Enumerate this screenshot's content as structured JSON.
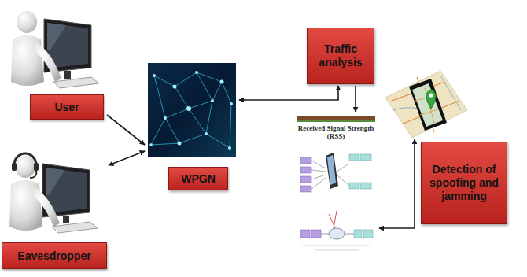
{
  "diagram": {
    "nodes": [
      {
        "text": [
          "User"
        ]
      },
      {
        "text": [
          "Traffic analysis"
        ]
      },
      {
        "text": [
          "WPGN"
        ]
      },
      {
        "text": [
          "Received Signal Strength (RSS)"
        ]
      },
      {
        "text": [
          "Detection of spoofing and jamming"
        ]
      },
      {
        "text": [
          "Eavesdropper"
        ]
      }
    ],
    "edges": [
      {
        "from": 0,
        "to": 2,
        "arrow": "to"
      },
      {
        "from": 2,
        "to": 5,
        "arrow": "both"
      },
      {
        "from": 1,
        "to": 2,
        "arrow": "both"
      },
      {
        "from": 1,
        "to": 3,
        "arrow": "to"
      },
      {
        "from": 3,
        "to": 4,
        "arrow": "both"
      }
    ]
  }
}
